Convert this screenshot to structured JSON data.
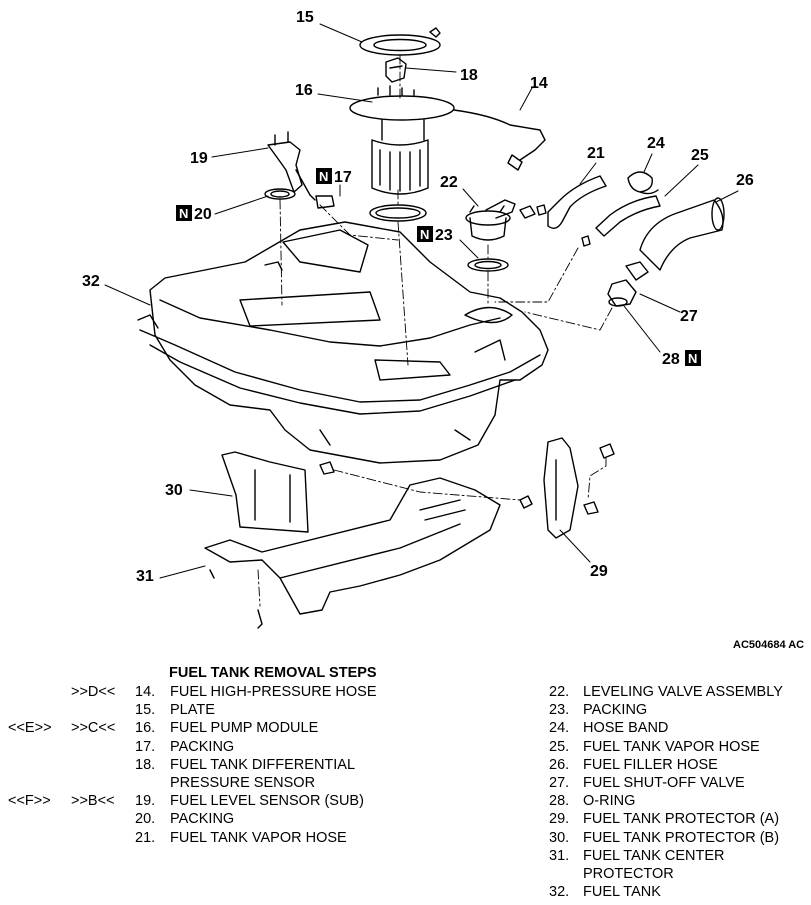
{
  "figure_code": "AC504684 AC",
  "badge_letter": "N",
  "callouts": {
    "c14": "14",
    "c15": "15",
    "c16": "16",
    "c17": "17",
    "c18": "18",
    "c19": "19",
    "c20": "20",
    "c21": "21",
    "c22": "22",
    "c23": "23",
    "c24": "24",
    "c25": "25",
    "c26": "26",
    "c27": "27",
    "c28": "28",
    "c29": "29",
    "c30": "30",
    "c31": "31",
    "c32": "32"
  },
  "steps_title": "FUEL TANK REMOVAL STEPS",
  "left_steps": [
    {
      "ref1": "",
      "ref2": ">>D<<",
      "num": "14.",
      "lines": [
        "FUEL HIGH-PRESSURE HOSE"
      ]
    },
    {
      "ref1": "",
      "ref2": "",
      "num": "15.",
      "lines": [
        "PLATE"
      ]
    },
    {
      "ref1": "<<E>>",
      "ref2": ">>C<<",
      "num": "16.",
      "lines": [
        "FUEL PUMP MODULE"
      ]
    },
    {
      "ref1": "",
      "ref2": "",
      "num": "17.",
      "lines": [
        "PACKING"
      ]
    },
    {
      "ref1": "",
      "ref2": "",
      "num": "18.",
      "lines": [
        "FUEL TANK DIFFERENTIAL",
        "PRESSURE SENSOR"
      ]
    },
    {
      "ref1": "<<F>>",
      "ref2": ">>B<<",
      "num": "19.",
      "lines": [
        "FUEL LEVEL SENSOR (SUB)"
      ]
    },
    {
      "ref1": "",
      "ref2": "",
      "num": "20.",
      "lines": [
        "PACKING"
      ]
    },
    {
      "ref1": "",
      "ref2": "",
      "num": "21.",
      "lines": [
        "FUEL TANK VAPOR HOSE"
      ]
    }
  ],
  "right_steps": [
    {
      "num": "22.",
      "lines": [
        "LEVELING VALVE ASSEMBLY"
      ]
    },
    {
      "num": "23.",
      "lines": [
        "PACKING"
      ]
    },
    {
      "num": "24.",
      "lines": [
        "HOSE BAND"
      ]
    },
    {
      "num": "25.",
      "lines": [
        "FUEL TANK VAPOR HOSE"
      ]
    },
    {
      "num": "26.",
      "lines": [
        "FUEL FILLER HOSE"
      ]
    },
    {
      "num": "27.",
      "lines": [
        "FUEL SHUT-OFF VALVE"
      ]
    },
    {
      "num": "28.",
      "lines": [
        "O-RING"
      ]
    },
    {
      "num": "29.",
      "lines": [
        "FUEL TANK PROTECTOR (A)"
      ]
    },
    {
      "num": "30.",
      "lines": [
        "FUEL TANK PROTECTOR (B)"
      ]
    },
    {
      "num": "31.",
      "lines": [
        "FUEL TANK CENTER",
        "PROTECTOR"
      ]
    },
    {
      "num": "32.",
      "lines": [
        "FUEL TANK"
      ]
    }
  ]
}
